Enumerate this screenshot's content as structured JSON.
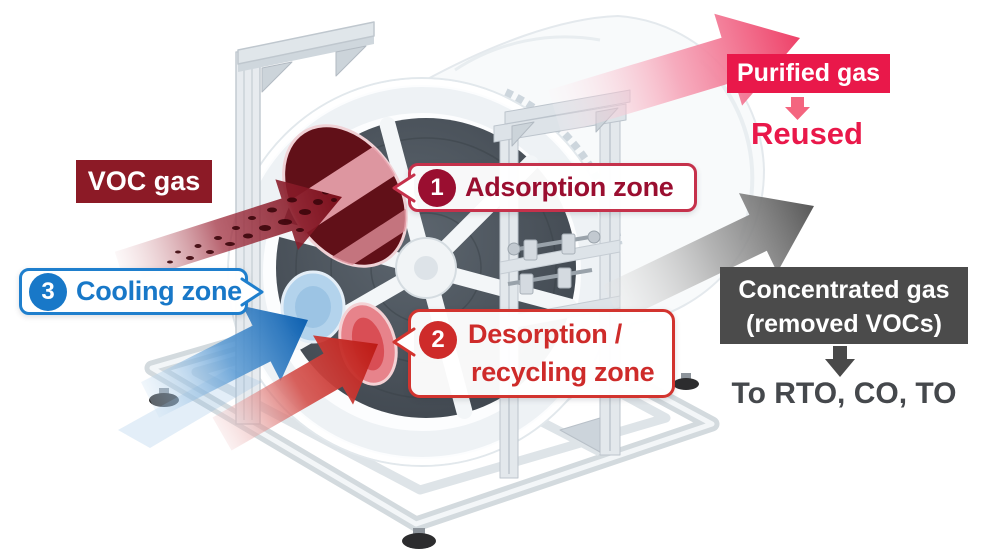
{
  "flow": {
    "input": {
      "label": "VOC gas"
    },
    "zones": {
      "adsorption": {
        "number": "1",
        "label": "Adsorption zone",
        "color": "#9a0e30"
      },
      "desorption": {
        "number": "2",
        "label_line1": "Desorption /",
        "label_line2": "recycling zone",
        "color": "#ce2b2a"
      },
      "cooling": {
        "number": "3",
        "label": "Cooling zone",
        "color": "#1878c8"
      }
    },
    "purified": {
      "label": "Purified gas",
      "destination": "Reused",
      "color": "#e9184a"
    },
    "concentrated": {
      "label_line1": "Concentrated gas",
      "label_line2": "(removed VOCs)",
      "destination": "To RTO, CO, TO",
      "color": "#4b4b4b"
    }
  },
  "arrows": {
    "voc_inlet": {
      "icon": "voc-gas-arrow",
      "color": "#7a0f1b",
      "style": "speckled"
    },
    "purified_outlet": {
      "icon": "purified-gas-arrow",
      "color": "#ee4168"
    },
    "concentrated_outlet": {
      "icon": "concentrated-gas-arrow",
      "color": "#585858"
    },
    "cooling_inlet": {
      "icon": "cooling-air-arrow",
      "color": "#0d60b0"
    },
    "desorption_inlet": {
      "icon": "desorption-air-arrow",
      "color": "#bd1a15"
    },
    "purified_down": {
      "icon": "down-arrow",
      "color": "#f4657f"
    },
    "concentrated_down": {
      "icon": "down-arrow",
      "color": "#4a4a4a"
    }
  },
  "colors": {
    "voc_box": "#8c1a26",
    "adsorption_accent": "#9a0e30",
    "adsorption_border": "#c5314b",
    "desorption_accent": "#ce2b2a",
    "cooling_accent": "#1878c8",
    "purified_accent": "#e9184a",
    "concentrated_box": "#4b4b4b",
    "result_text": "#45484c"
  }
}
